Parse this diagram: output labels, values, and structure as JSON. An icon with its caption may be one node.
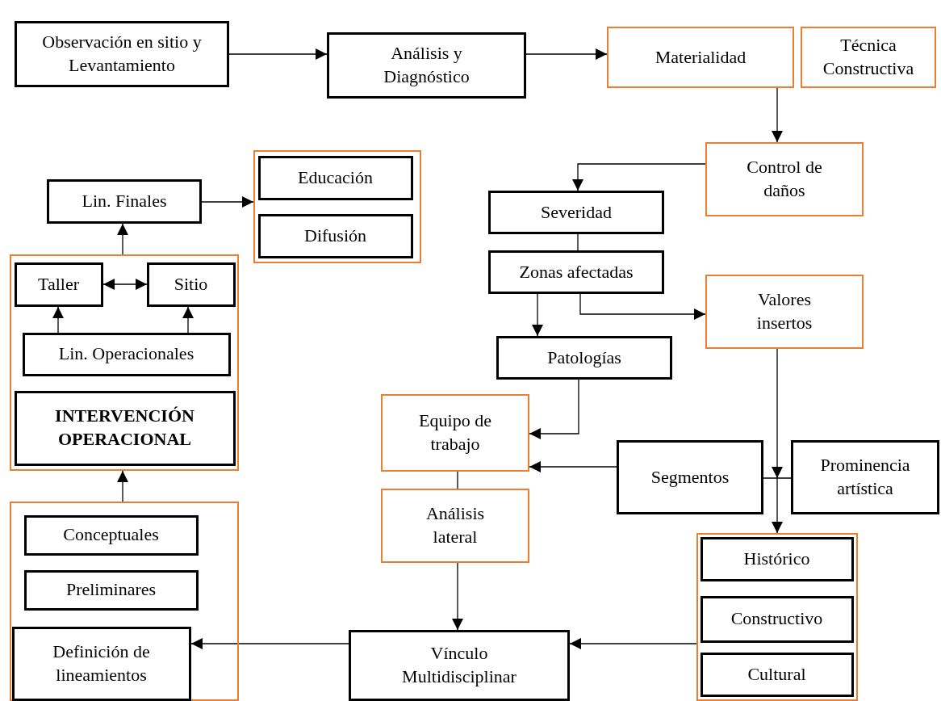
{
  "diagram": {
    "nodes": [
      {
        "text": [
          "Observación en sitio y Levantamiento"
        ]
      },
      {
        "text": [
          "Análisis y Diagnóstico"
        ]
      },
      {
        "text": [
          "Materialidad"
        ]
      },
      {
        "text": [
          "Técnica Constructiva"
        ]
      },
      {
        "text": [
          "Control de daños"
        ]
      },
      {
        "text": [
          "Severidad"
        ]
      },
      {
        "text": [
          "Zonas afectadas"
        ]
      },
      {
        "text": [
          "Valores insertos"
        ]
      },
      {
        "text": [
          "Patologías"
        ]
      },
      {
        "text": [
          "Equipo de trabajo"
        ]
      },
      {
        "text": [
          "Segmentos"
        ]
      },
      {
        "text": [
          "Prominencia artística"
        ]
      },
      {
        "text": [
          "Análisis lateral"
        ]
      },
      {
        "text": [],
        "shape": "box"
      },
      {
        "text": [
          "Histórico"
        ],
        "in": 13
      },
      {
        "text": [
          "Constructivo"
        ],
        "in": 13
      },
      {
        "text": [
          "Cultural"
        ],
        "in": 13
      },
      {
        "text": [
          "Vínculo Multidisciplinar"
        ]
      },
      {
        "text": [],
        "shape": "box"
      },
      {
        "text": [
          "Conceptuales"
        ],
        "in": 18
      },
      {
        "text": [
          "Preliminares"
        ],
        "in": 18
      },
      {
        "text": [
          "Definición de lineamientos"
        ],
        "in": 18
      },
      {
        "text": [],
        "shape": "box"
      },
      {
        "text": [
          "Taller"
        ],
        "in": 22
      },
      {
        "text": [
          "Sitio"
        ],
        "in": 22
      },
      {
        "text": [
          "Lin. Operacionales"
        ],
        "in": 22
      },
      {
        "text": [
          "INTERVENCIÓN OPERACIONAL"
        ],
        "in": 22
      },
      {
        "text": [
          "Lin. Finales"
        ]
      },
      {
        "text": [],
        "shape": "box"
      },
      {
        "text": [
          "Educación"
        ],
        "in": 28
      },
      {
        "text": [
          "Difusión"
        ],
        "in": 28
      }
    ],
    "edges": [
      {
        "from": 0,
        "to": 1,
        "arrow": "to"
      },
      {
        "from": 1,
        "to": 2,
        "arrow": "to"
      },
      {
        "from": 2,
        "to": 4,
        "arrow": "to"
      },
      {
        "from": 4,
        "to": 5,
        "arrow": "to"
      },
      {
        "from": 5,
        "to": 6,
        "arrow": "none"
      },
      {
        "from": 6,
        "to": 8,
        "arrow": "to"
      },
      {
        "from": 6,
        "to": 7,
        "arrow": "to"
      },
      {
        "from": 8,
        "to": 9,
        "arrow": "to"
      },
      {
        "from": 10,
        "to": 9,
        "arrow": "to"
      },
      {
        "from": 7,
        "to": 13,
        "arrow": "to"
      },
      {
        "from": 10,
        "to": 11,
        "arrow": "none"
      },
      {
        "from": 9,
        "to": 12,
        "arrow": "none"
      },
      {
        "from": 12,
        "to": 17,
        "arrow": "to"
      },
      {
        "from": 13,
        "to": 17,
        "arrow": "to"
      },
      {
        "from": 17,
        "to": 21,
        "arrow": "to"
      },
      {
        "from": 18,
        "to": 22,
        "arrow": "to"
      },
      {
        "from": 22,
        "to": 27,
        "arrow": "to"
      },
      {
        "from": 27,
        "to": 28,
        "arrow": "to"
      },
      {
        "from": 23,
        "to": 24,
        "arrow": "both"
      },
      {
        "from": 25,
        "to": 23,
        "arrow": "to"
      },
      {
        "from": 25,
        "to": 24,
        "arrow": "to"
      }
    ]
  }
}
